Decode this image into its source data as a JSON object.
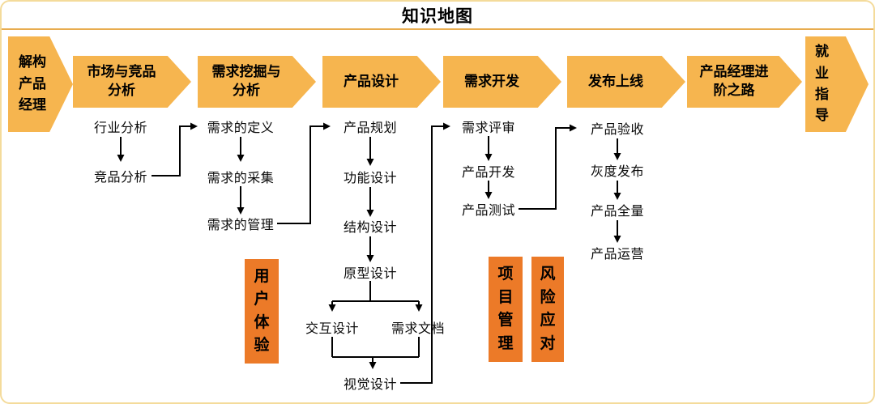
{
  "title": "知识地图",
  "colors": {
    "stage_fill": "#F6B54F",
    "topic_fill": "#EC7A28",
    "frame_border": "#F4DB9B",
    "title_divider": "#E8AC4F",
    "connector": "#000000"
  },
  "stages": [
    "解构产品经理",
    "市场与竞品分析",
    "需求挖掘与分析",
    "产品设计",
    "需求开发",
    "发布上线",
    "产品经理进阶之路",
    "就业指导"
  ],
  "columns": {
    "market": [
      "行业分析",
      "竞品分析"
    ],
    "requirement": [
      "需求的定义",
      "需求的采集",
      "需求的管理"
    ],
    "design": [
      "产品规划",
      "功能设计",
      "结构设计",
      "原型设计",
      "交互设计",
      "需求文档",
      "视觉设计"
    ],
    "development": [
      "需求评审",
      "产品开发",
      "产品测试"
    ],
    "release": [
      "产品验收",
      "灰度发布",
      "产品全量",
      "产品运营"
    ]
  },
  "topics": [
    "用户体验",
    "项目管理",
    "风险应对"
  ]
}
